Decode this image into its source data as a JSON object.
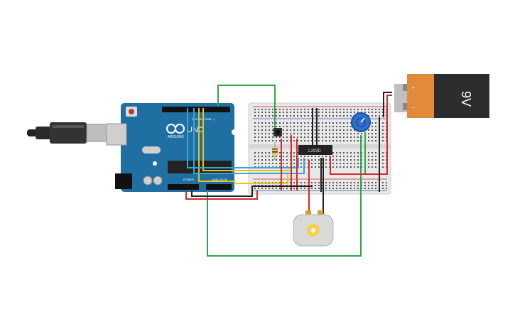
{
  "arduino": {
    "brand": "ARDUINO",
    "model": "UNO",
    "digital_label": "DIGITAL (PWM ~)",
    "analog_label": "ANALOG IN",
    "power_label": "POWER"
  },
  "ic": {
    "label": "L293D"
  },
  "battery": {
    "label": "9V",
    "pos_symbol": "+",
    "neg_symbol": "−"
  },
  "colors": {
    "board": "#1f6fa3",
    "breadboard": "#e8e8e8",
    "wire_red": "#d42a2a",
    "wire_green": "#2ea84a",
    "wire_yellow": "#e9c41a",
    "wire_blue": "#3aa3d8",
    "wire_black": "#222222",
    "battery_body": "#e08a3a",
    "battery_cap": "#2d2d2d",
    "pot_blue": "#2b6fd1"
  },
  "icons": {
    "usb": "usb-cable-icon",
    "motor": "dc-motor-icon",
    "pot": "potentiometer-icon",
    "button": "pushbutton-icon",
    "resistor": "resistor-icon"
  }
}
